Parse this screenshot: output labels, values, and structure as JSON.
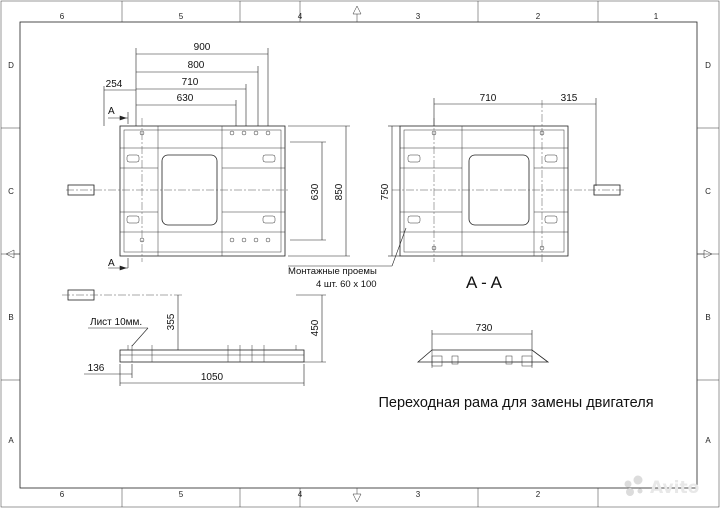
{
  "sheet": {
    "col_labels": [
      "6",
      "5",
      "4",
      "3",
      "2",
      "1"
    ],
    "row_labels": [
      "D",
      "C",
      "B",
      "A"
    ]
  },
  "top_view": {
    "section_marker": "A",
    "dims": [
      "900",
      "800",
      "710",
      "630",
      "254"
    ],
    "right_dims": [
      "630",
      "850"
    ]
  },
  "section_view": {
    "title": "A - A",
    "dims": [
      "710",
      "315"
    ],
    "left_dim": "750"
  },
  "side_view": {
    "label_sheet": "Лист 10мм.",
    "dims": [
      "355",
      "450",
      "1050",
      "136"
    ]
  },
  "end_view": {
    "dim": "730"
  },
  "notes": {
    "openings_line1": "Монтажные проемы",
    "openings_line2": "4 шт. 60 x 100"
  },
  "title": "Переходная рама для замены двигателя",
  "watermark": "Avito"
}
